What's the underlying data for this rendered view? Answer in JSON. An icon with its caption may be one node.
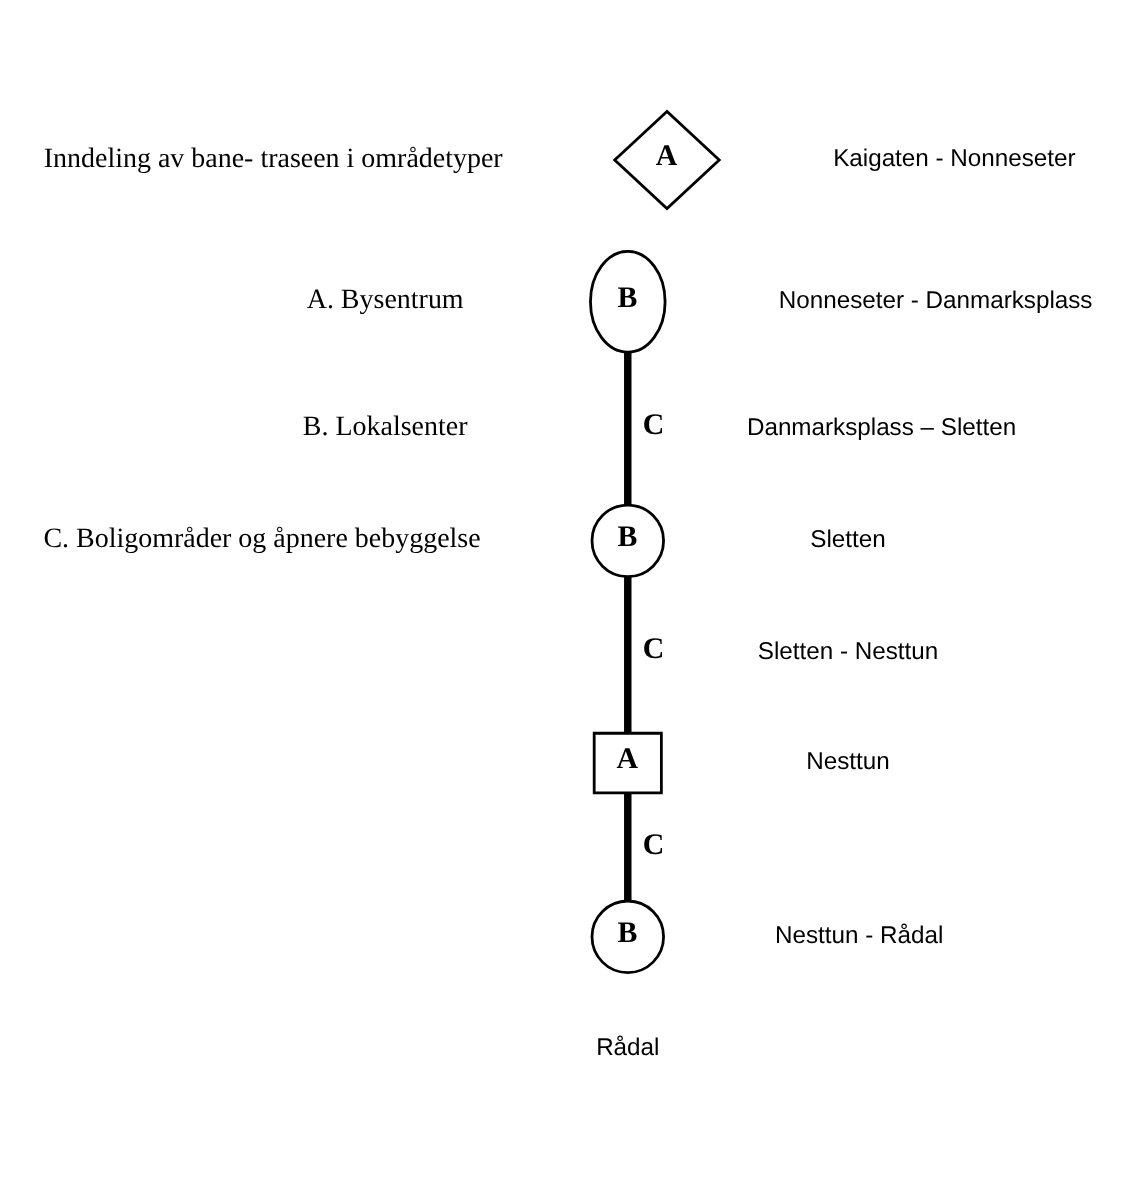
{
  "diagram": {
    "nodes": [
      {
        "text": [
          "A"
        ]
      },
      {
        "text": [
          "B"
        ]
      },
      {
        "text": [
          "B"
        ]
      },
      {
        "text": [
          "A"
        ]
      },
      {
        "text": [
          "B"
        ],
        "beside": [
          "Rådal"
        ]
      }
    ],
    "edges": [
      {
        "from": 1,
        "to": 2,
        "arrow": "none",
        "label": "C"
      },
      {
        "from": 2,
        "to": 3,
        "arrow": "none",
        "label": "C"
      },
      {
        "from": 3,
        "to": 4,
        "arrow": "none",
        "label": "C"
      }
    ],
    "labels": [
      "Inndeling av bane- traseen i områdetyper",
      "A. Bysentrum",
      "B. Lokalsenter",
      "C. Boligområder og åpnere bebyggelse",
      "Kaigaten - Nonneseter",
      "Nonneseter - Danmarksplass",
      "Danmarksplass – Sletten",
      "Sletten",
      "Sletten - Nesttun",
      "Nesttun",
      "Nesttun - Rådal"
    ]
  }
}
